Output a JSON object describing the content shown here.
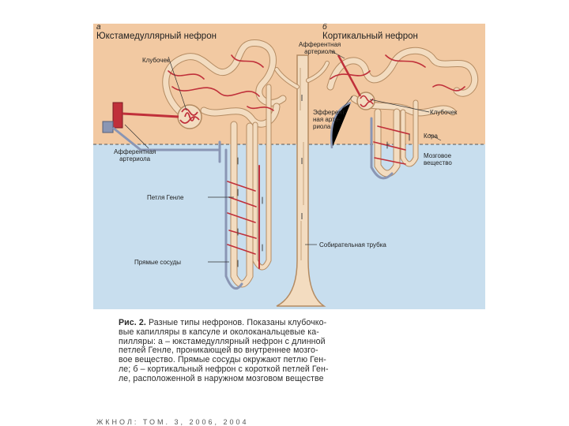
{
  "panels": {
    "a": {
      "letter": "а",
      "title": "Юкстамедуллярный нефрон"
    },
    "b": {
      "letter": "б",
      "title": "Кортикальный нефрон"
    }
  },
  "labels": {
    "glomerulus_a": "Клубочек",
    "afferent_a": [
      "Афферентная",
      "артериола"
    ],
    "loop_henle": "Петля Генле",
    "vasa_recta": "Прямые сосуды",
    "afferent_b": [
      "Афферентная",
      "артериола"
    ],
    "efferent_b": [
      "Эфферент-",
      "ная арте-",
      "риола"
    ],
    "glomerulus_b": "Клубочек",
    "cortex": "Кора",
    "medulla": [
      "Мозговое",
      "вещество"
    ],
    "collecting_duct": "Собирательная трубка"
  },
  "caption": {
    "lead": "Рис. 2.",
    "lines": [
      " Разные типы нефронов. Показаны клубочко-",
      "вые капилляры в капсуле и околоканальцевые ка-",
      "пилляры: а – юкстамедуллярный нефрон с длинной",
      "петлей Генле, проникающей во внутреннее мозго-",
      "вое вещество. Прямые сосуды окружают петлю Ген-",
      "ле; б – кортикальный нефрон с короткой петлей Ген-",
      "ле, расположенной в наружном мозговом веществе"
    ]
  },
  "footer": "ЖКНОЛ: ТОМ. 3, 2006, 2004",
  "colors": {
    "cortex": "#f2c9a2",
    "medulla": "#c8deee",
    "tubule": "#f3dcc0",
    "tubule_edge": "#b48b62",
    "vessel": "#c0303a",
    "vein": "#8a96b4",
    "dashed_line": "#555555"
  }
}
